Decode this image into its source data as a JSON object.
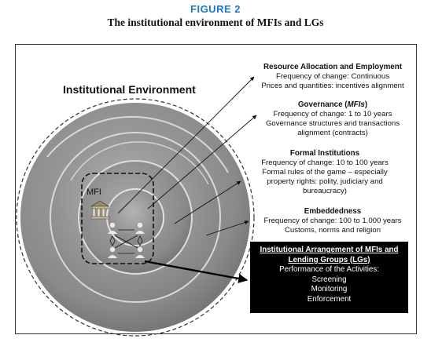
{
  "figure": {
    "label": "FIGURE 2",
    "title": "The institutional environment of MFIs and LGs",
    "accent_color": "#1a78c8"
  },
  "diagram": {
    "environment_title": "Institutional Environment",
    "mfi_label": "MFI",
    "icons": [
      "bank-icon",
      "person-icon",
      "person-icon",
      "person-icon",
      "person-icon"
    ],
    "levels": [
      {
        "heading": "Resource Allocation and Employment",
        "lines": [
          "Frequency of change: Continuous",
          "Prices and quantities: incentives alignment"
        ]
      },
      {
        "heading_prefix": "Governance (",
        "heading_italic": "MFIs",
        "heading_suffix": ")",
        "lines": [
          "Frequency of change: 1 to 10 years",
          "Governance structures and transactions",
          "alignment (contracts)"
        ]
      },
      {
        "heading": "Formal Institutions",
        "lines": [
          "Frequency of change: 10 to 100 years",
          "Formal rules of the game – especially",
          "property rights: polity, judiciary and",
          "bureaucracy)"
        ]
      },
      {
        "heading": "Embeddedness",
        "lines": [
          "Frequency of change: 100 to 1.000 years",
          "Customs, norms and religion"
        ]
      }
    ],
    "arrangement": {
      "heading_line1": "Institutional Arrangement of MFIs and",
      "heading_line2": "Lending Groups (LGs)",
      "lines": [
        "Performance of the Activities:",
        "Screening",
        "Monitoring",
        "Enforcement"
      ]
    }
  }
}
